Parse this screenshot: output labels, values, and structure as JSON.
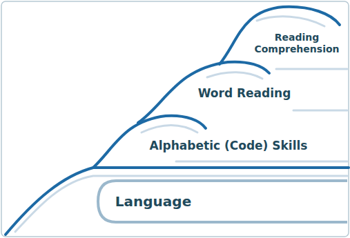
{
  "diagram": {
    "labels": [
      "Reading Comprehension",
      "Word Reading",
      "Alphabetic (Code) Skills",
      "Language"
    ]
  }
}
